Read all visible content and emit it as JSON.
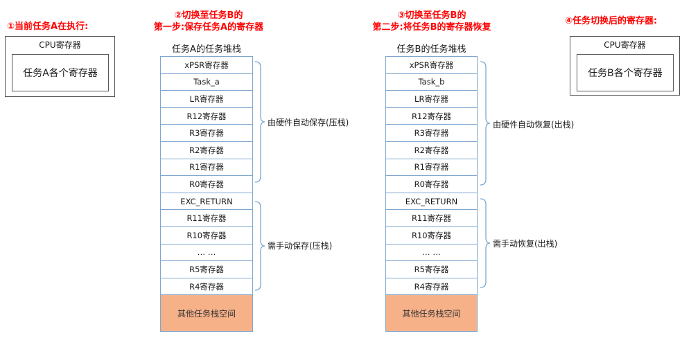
{
  "steps": {
    "step1": "①当前任务A在执行:",
    "step2_line1": "②切换至任务B的",
    "step2_line2": "第一步:保存任务A的寄存器",
    "step3_line1": "③切换至任务B的",
    "step3_line2": "第二步:将任务B的寄存器恢复",
    "step4": "④任务切换后的寄存器:"
  },
  "cpu_left": {
    "title": "CPU寄存器",
    "content": "任务A各个寄存器"
  },
  "cpu_right": {
    "title": "CPU寄存器",
    "content": "任务B各个寄存器"
  },
  "stack_a": {
    "title": "任务A的任务堆栈",
    "cells": [
      "xPSR寄存器",
      "Task_a",
      "LR寄存器",
      "R12寄存器",
      "R3寄存器",
      "R2寄存器",
      "R1寄存器",
      "R0寄存器",
      "EXC_RETURN",
      "R11寄存器",
      "R10寄存器",
      "… …",
      "R5寄存器",
      "R4寄存器"
    ],
    "other": "其他任务栈空间",
    "hw_label": "由硬件自动保存(压栈)",
    "sw_label": "需手动保存(压栈)"
  },
  "stack_b": {
    "title": "任务B的任务堆栈",
    "cells": [
      "xPSR寄存器",
      "Task_b",
      "LR寄存器",
      "R12寄存器",
      "R3寄存器",
      "R2寄存器",
      "R1寄存器",
      "R0寄存器",
      "EXC_RETURN",
      "R11寄存器",
      "R10寄存器",
      "… …",
      "R5寄存器",
      "R4寄存器"
    ],
    "other": "其他任务栈空间",
    "hw_label": "由硬件自动恢复(出栈)",
    "sw_label": "需手动恢复(出栈)"
  },
  "colors": {
    "step_text": "#ff0000",
    "stack_border": "#7ea6cf",
    "other_space_fill": "#f6b189",
    "brace": "#7ea6cf"
  }
}
